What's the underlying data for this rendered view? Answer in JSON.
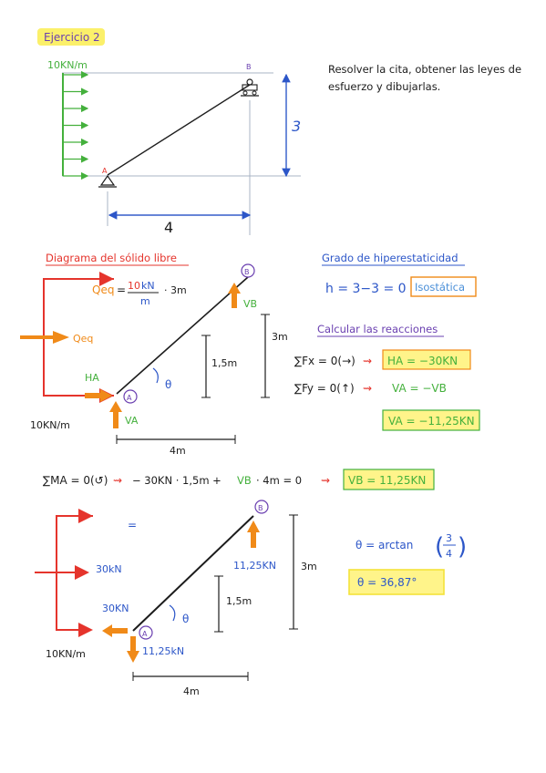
{
  "colors": {
    "ink": "#1c1c1c",
    "blue": "#2c56c8",
    "red": "#e5342c",
    "orange": "#f08a18",
    "highlight": "#fff48a",
    "green": "#44b03c",
    "boxBlue": "#4a8fd8",
    "grid": "#a8b4c4",
    "tag": "#fbf06a"
  },
  "header": {
    "tag": "Ejercicio 2",
    "statement_line1": "Resolver la cita, obtener las leyes de",
    "statement_line2": "esfuerzo y dibujarlas."
  },
  "figure1": {
    "load": "10KN/m",
    "point_a": "A",
    "point_b": "B",
    "height": "3",
    "width": "4"
  },
  "fbd": {
    "title": "Diagrama del sólido libre",
    "qeq_label": "Qeq",
    "qeq_formula_eq": "=",
    "qeq_num_red": "10",
    "qeq_num_blue": "kN",
    "qeq_den": "m",
    "qeq_times": "· 3m",
    "load": "10KN/m",
    "ha": "HA",
    "va": "VA",
    "vb": "VB",
    "circle_a": "A",
    "circle_b": "B",
    "half_height": "1,5m",
    "height": "3m",
    "width": "4m",
    "theta": "θ"
  },
  "hyper": {
    "title": "Grado de hiperestaticidad",
    "formula": "h = 3−3 = 0",
    "result": "Isostática"
  },
  "reactions": {
    "title": "Calcular las reacciones",
    "eq1": "∑Fx = 0(→)",
    "eq1_res": "HA = −30KN",
    "eq2": "∑Fy = 0(↑)",
    "eq2_res": "VA = −VB",
    "eq3_res": "VA = −11,25KN",
    "arrow": "⇝"
  },
  "moment": {
    "left": "∑MA = 0(↺)",
    "arrow1": "⇝",
    "mid_a": "− 30KN · 1,5m +",
    "mid_vb": "VB",
    "mid_b": "· 4m = 0",
    "arrow2": "⇝",
    "result": "VB = 11,25KN"
  },
  "result_diagram": {
    "equals": "=",
    "force_30_left": "30kN",
    "force_30_a": "30KN",
    "vb_value": "11,25KN",
    "va_value": "11,25kN",
    "load": "10KN/m",
    "circle_a": "A",
    "circle_b": "B",
    "half_height": "1,5m",
    "height": "3m",
    "width": "4m",
    "theta": "θ"
  },
  "angle": {
    "formula_left": "θ = arctan",
    "num": "3",
    "den": "4",
    "result": "θ = 36,87°"
  }
}
